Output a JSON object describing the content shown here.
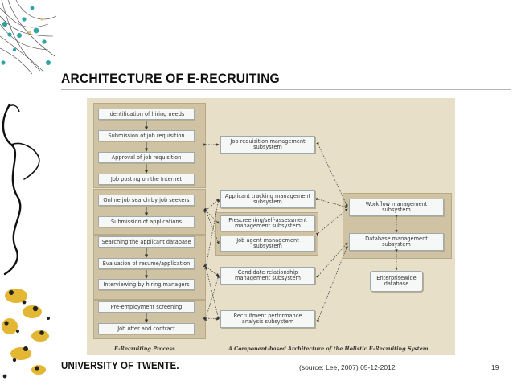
{
  "slide": {
    "title": "ARCHITECTURE OF E-RECRUITING",
    "footer_logo": "UNIVERSITY OF TWENTE.",
    "source": "(source: Lee, 2007) 05-12-2012",
    "page_number": "19"
  },
  "diagram": {
    "process_steps": [
      "Identification of hiring needs",
      "Submission of job requisition",
      "Approval of job requisition",
      "Job posting on the Internet",
      "Online job search by job seekers",
      "Submission of applications",
      "Searching the applicant database",
      "Evaluation of resume/application",
      "Interviewing by hiring managers",
      "Pre-employment screening",
      "Job offer and contract"
    ],
    "subsystems": [
      "Job requisition management subsystem",
      "Applicant tracking management subsystem",
      "Prescreening/self-assessment management subsystem",
      "Job agent management subsystem",
      "Candidate relationship management subsystem",
      "Recruitment performance analysis subsystem"
    ],
    "core": {
      "workflow": "Workflow management subsystem",
      "database": "Database management subsystem",
      "enterprise_db": "Enterprisewide database"
    },
    "captions": {
      "left": "E-Recruiting Process",
      "right": "A Component-based Architecture of the Holistic E-Recruiting System"
    }
  },
  "colors": {
    "diagram_background": "#e8dfc9",
    "group_fill": "#cfc3a4",
    "box_fill": "#f6f8f8",
    "rule": "#b5b5b5"
  }
}
